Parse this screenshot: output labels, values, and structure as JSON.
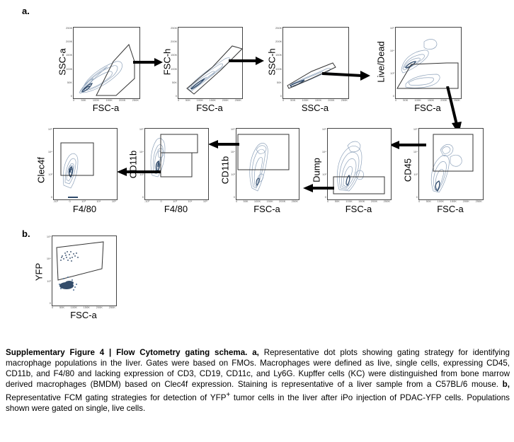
{
  "panels": {
    "a_label": "a.",
    "b_label": "b."
  },
  "plots": [
    {
      "id": "p1",
      "x_label": "FSC-a",
      "y_label": "SSC-a"
    },
    {
      "id": "p2",
      "x_label": "FSC-a",
      "y_label": "FSC-h"
    },
    {
      "id": "p3",
      "x_label": "SSC-a",
      "y_label": "SSC-h"
    },
    {
      "id": "p4",
      "x_label": "FSC-a",
      "y_label": "Live/Dead"
    },
    {
      "id": "p5",
      "x_label": "FSC-a",
      "y_label": "CD45"
    },
    {
      "id": "p6",
      "x_label": "FSC-a",
      "y_label": "Dump"
    },
    {
      "id": "p7",
      "x_label": "FSC-a",
      "y_label": "CD11b"
    },
    {
      "id": "p8",
      "x_label": "F4/80",
      "y_label": "CD11b"
    },
    {
      "id": "p9",
      "x_label": "F4/80",
      "y_label": "Clec4f"
    },
    {
      "id": "p10",
      "x_label": "FSC-a",
      "y_label": "YFP"
    }
  ],
  "ticks": {
    "linear_y": [
      "250K",
      "200K",
      "150K",
      "100K",
      "50K",
      "0"
    ],
    "linear_x": [
      "0",
      "50K",
      "100K",
      "150K",
      "200K",
      "250K"
    ],
    "log_y": [
      "10⁵",
      "10⁴",
      "10³",
      "0"
    ],
    "log_x": [
      "-10³",
      "0",
      "10³",
      "10⁴",
      "10⁵"
    ]
  },
  "caption": {
    "title": "Supplementary Figure 4 | Flow Cytometry gating schema.",
    "part_a": "a,",
    "text_a": " Representative dot plots showing gating strategy for identifying macrophage populations in the liver. Gates were based on FMOs. Macrophages were defined as live, single cells, expressing CD45, CD11b, and F4/80 and lacking expression of CD3, CD19, CD11c, and Ly6G. Kupffer cells (KC) were distinguished from bone marrow derived macrophages (BMDM) based on Clec4f expression. Staining is representative of a liver sample from a C57BL/6 mouse.",
    "part_b": " b,",
    "text_b1": " Representative FCM gating strategies for detection of YFP",
    "text_b_sup": "+",
    "text_b2": " tumor cells in the liver after iPo injection of PDAC-YFP cells. Populations shown were gated on single, live cells."
  },
  "colors": {
    "contour": "#8fa3bb",
    "contour_dark": "#2f4a6b",
    "gate": "#333333",
    "arrow": "#000000"
  }
}
